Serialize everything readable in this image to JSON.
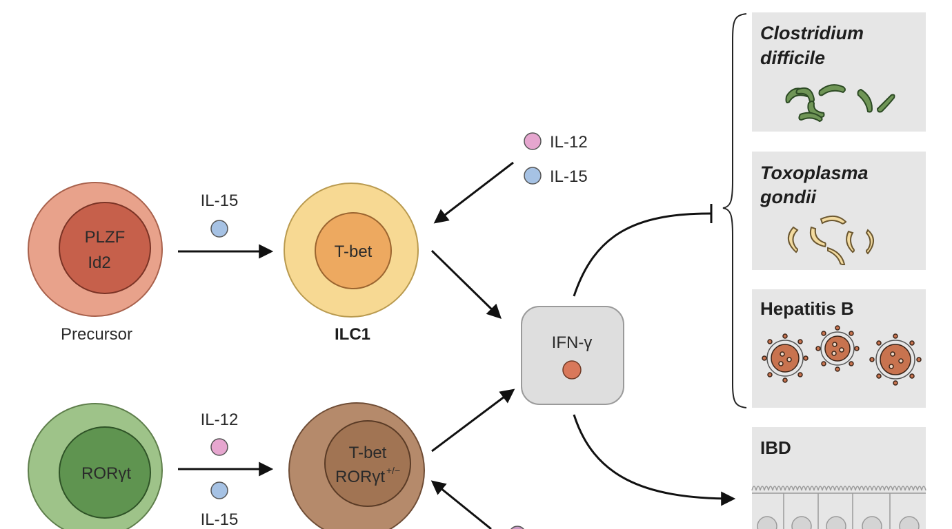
{
  "precursor": {
    "inner_line1": "PLZF",
    "inner_line2": "Id2",
    "caption": "Precursor"
  },
  "ilc1": {
    "inner": "T-bet",
    "caption": "ILC1"
  },
  "ror_cell": {
    "inner": "RORγt"
  },
  "ex_ilc3": {
    "inner_line1": "T-bet",
    "inner_line2_base": "RORγt",
    "inner_line2_sup": "+/−"
  },
  "arrow_labels": {
    "precursor_to_ilc1": "IL-15",
    "ror_to_exilc3_top": "IL-12",
    "ror_to_exilc3_bottom": "IL-15"
  },
  "cytokines_in": {
    "il12": "IL-12",
    "il15": "IL-15"
  },
  "ifn": {
    "label": "IFN-γ"
  },
  "pathogens": {
    "clostridium": {
      "line1": "Clostridium",
      "line2": "difficile"
    },
    "toxoplasma": {
      "line1": "Toxoplasma",
      "line2": "gondii"
    },
    "hepatitis": {
      "title": "Hepatitis B"
    }
  },
  "ibd": {
    "title": "IBD"
  },
  "colors": {
    "il12_dot": "#e6a6cf",
    "il15_dot": "#a6c2e4",
    "ifn_dot": "#d9785a",
    "precursor_outer": "#e8a28b",
    "precursor_inner": "#c6604b",
    "ilc1_outer": "#f7d993",
    "ilc1_inner": "#eda960",
    "ror_outer": "#9ec389",
    "ror_inner": "#5f9450",
    "exilc3_outer": "#b58a6b",
    "exilc3_inner": "#a17453",
    "panel_bg": "#e6e6e6",
    "ifn_box": "#dedede",
    "bacteria": "#6f9556",
    "toxo": "#f3dba0",
    "virus": "#c8734f"
  }
}
